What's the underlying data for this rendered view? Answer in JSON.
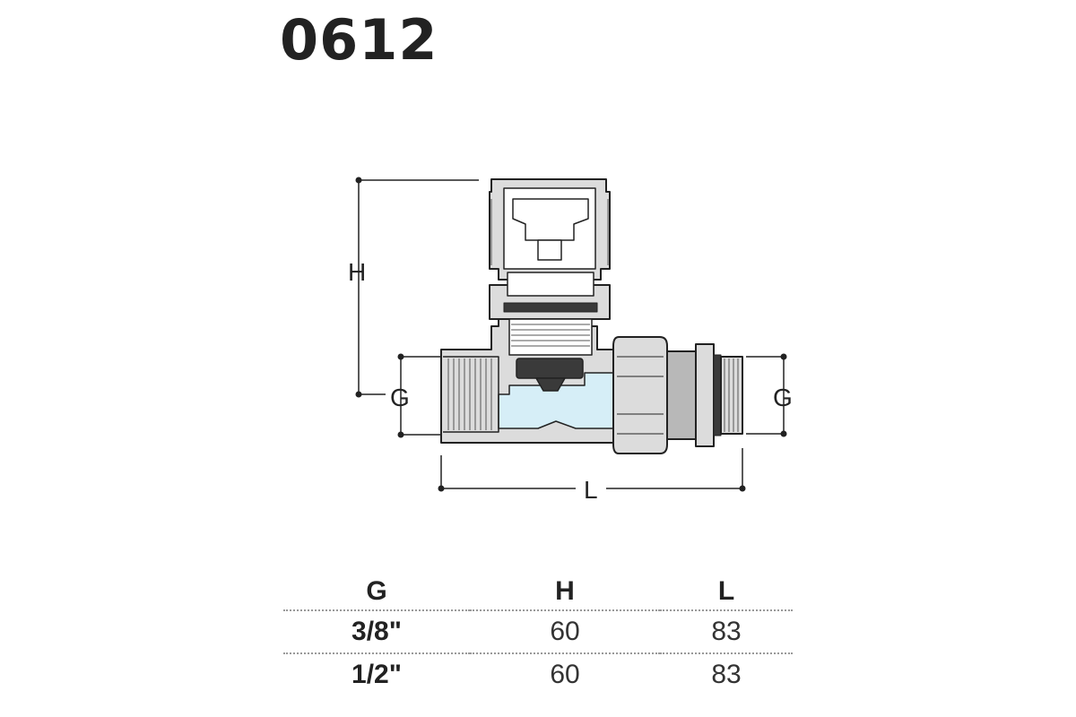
{
  "product": {
    "code": "0612"
  },
  "diagram": {
    "labels": {
      "height": "H",
      "inlet_thread": "G",
      "outlet_thread": "G",
      "length": "L"
    },
    "colors": {
      "line": "#222222",
      "metal": "#dcdcdc",
      "metal_dark": "#b8b8b8",
      "water": "#d6eef7",
      "seal": "#3a3a3a"
    }
  },
  "table": {
    "headers": [
      "G",
      "H",
      "L"
    ],
    "rows": [
      {
        "g": "3/8\"",
        "h": "60",
        "l": "83"
      },
      {
        "g": "1/2\"",
        "h": "60",
        "l": "83"
      }
    ]
  }
}
